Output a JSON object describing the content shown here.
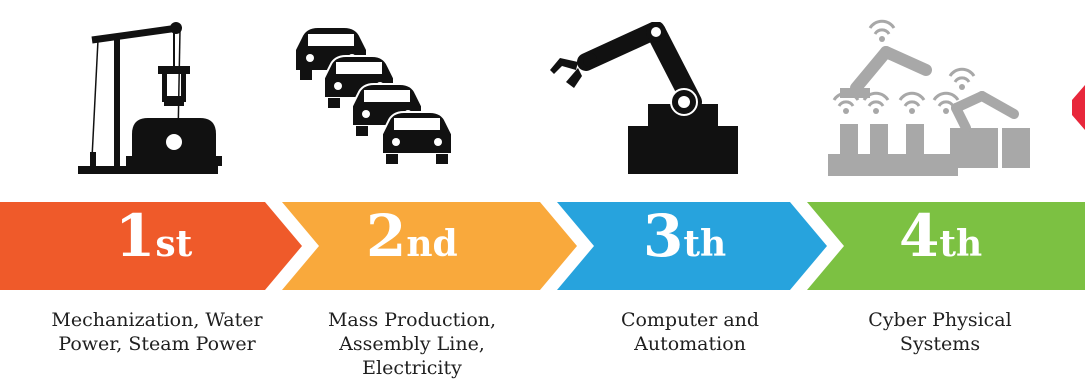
{
  "colors": {
    "stage1": "#ef5a2a",
    "stage2": "#f9a93c",
    "stage3": "#27a3dd",
    "stage4": "#7cc142",
    "stage5_partial": "#e8273b",
    "icon_dark": "#111111",
    "icon_grey": "#a8a8a8",
    "caption_text": "#1f1f1f"
  },
  "stages": [
    {
      "num": "1",
      "suffix": "st",
      "caption": "Mechanization, Water Power, Steam Power",
      "icon": "steam-engine-icon"
    },
    {
      "num": "2",
      "suffix": "nd",
      "caption": "Mass Production, Assembly Line, Electricity",
      "icon": "assembly-line-cars-icon"
    },
    {
      "num": "3",
      "suffix": "th",
      "caption": "Computer and Automation",
      "icon": "robot-arm-icon"
    },
    {
      "num": "4",
      "suffix": "th",
      "caption": "Cyber Physical Systems",
      "icon": "connected-robots-icon"
    }
  ]
}
